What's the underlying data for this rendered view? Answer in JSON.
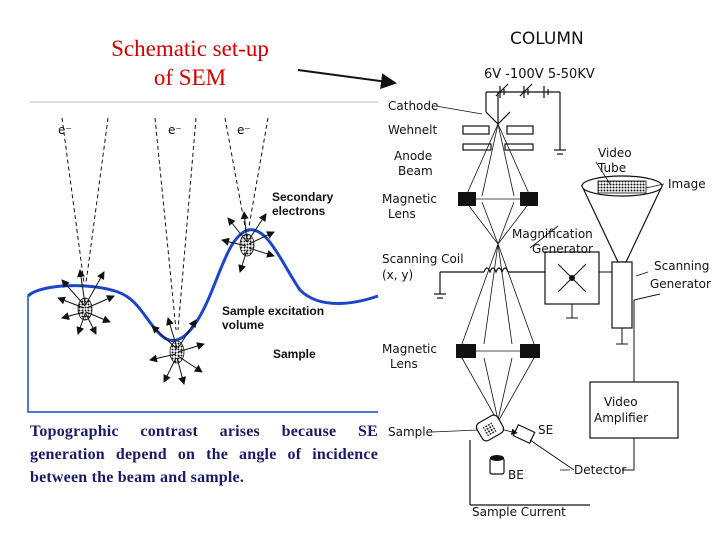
{
  "title": {
    "line1": "Schematic set-up",
    "line2": "of SEM"
  },
  "caption": "Topographic contrast arises because SE generation depend on the angle of incidence between the beam and sample.",
  "left_panel": {
    "electron_labels": [
      "e⁻",
      "e⁻",
      "e⁻"
    ],
    "secondary_electrons_line1": "Secondary",
    "secondary_electrons_line2": "electrons",
    "excitation_line1": "Sample excitation",
    "excitation_line2": "volume",
    "sample": "Sample"
  },
  "column": {
    "heading": "COLUMN",
    "voltages": "6V  -100V  5-50KV",
    "cathode": "Cathode",
    "wehnelt": "Wehnelt",
    "anode_line1": "Anode",
    "anode_line2": "Beam",
    "magnetic_lens_1_line1": "Magnetic",
    "magnetic_lens_1_line2": "Lens",
    "scanning_coil_line1": "Scanning  Coil",
    "scanning_coil_line2": "(x, y)",
    "magnetic_lens_2_line1": "Magnetic",
    "magnetic_lens_2_line2": "Lens",
    "sample": "Sample",
    "se": "SE",
    "be": "BE",
    "detector": "Detector",
    "sample_current": "Sample  Current",
    "video_tube_line1": "Video",
    "video_tube_line2": "Tube",
    "image": "Image",
    "magnification_line1": "Magnification",
    "magnification_line2": "Generator",
    "scanning_gen_line1": "Scanning",
    "scanning_gen_line2": "Generator",
    "video_amp_line1": "Video",
    "video_amp_line2": "Amplifier"
  }
}
